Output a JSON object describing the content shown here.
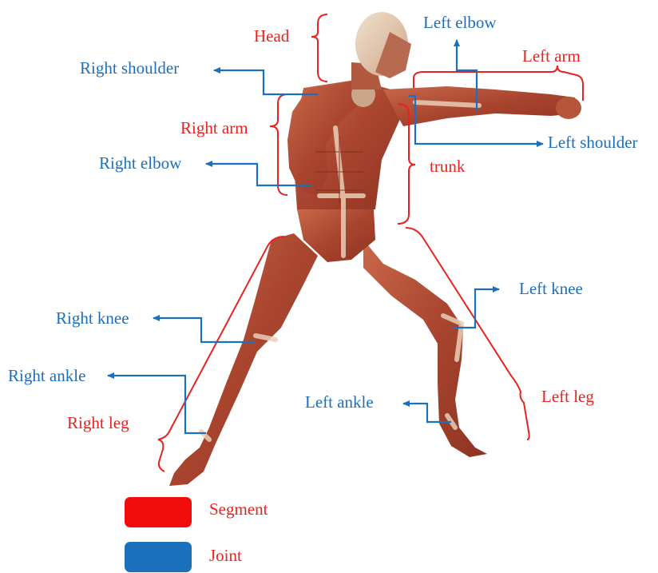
{
  "segments": {
    "head": "Head",
    "left_arm": "Left arm",
    "right_arm": "Right arm",
    "trunk": "trunk",
    "left_leg": "Left leg",
    "right_leg": "Right leg"
  },
  "joints": {
    "left_elbow": "Left elbow",
    "right_shoulder": "Right shoulder",
    "left_shoulder": "Left shoulder",
    "right_elbow": "Right elbow",
    "left_knee": "Left knee",
    "right_knee": "Right knee",
    "right_ankle": "Right ankle",
    "left_ankle": "Left ankle"
  },
  "legend": {
    "segment_label": "Segment",
    "joint_label": "Joint"
  },
  "colors": {
    "segment": "#e8231f",
    "joint": "#1b6fbb",
    "muscle": "#b5553a",
    "tendon": "#e9cfb7"
  }
}
